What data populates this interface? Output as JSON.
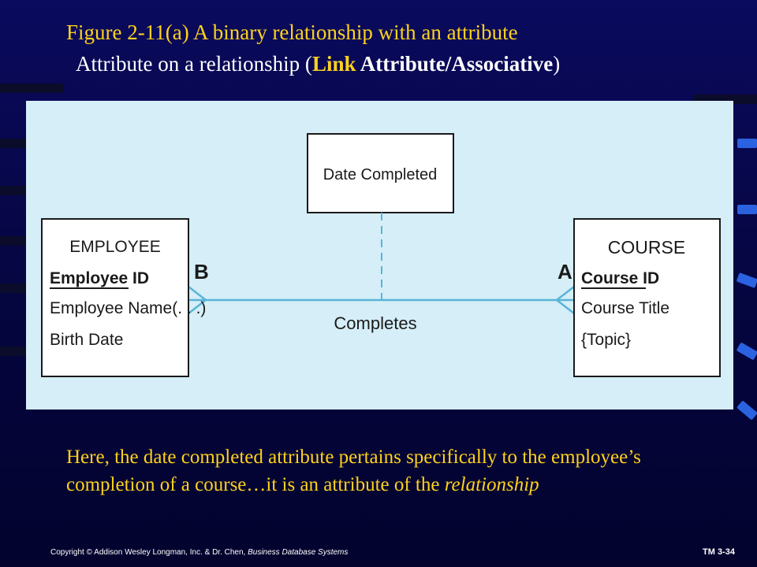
{
  "slide": {
    "title_line1": "Figure 2-11(a) A binary relationship with an attribute",
    "title_line2_prefix": "Attribute on a relationship (",
    "title_line2_link": "Link",
    "title_line2_bold": " Attribute/Associative",
    "title_line2_suffix": ")"
  },
  "diagram": {
    "attribute_box_label": "Date Completed",
    "relationship_label": "Completes",
    "employee": {
      "name": "EMPLOYEE",
      "identifier": "Employee ID",
      "attributes": [
        "Employee Name(. . .)",
        "Birth Date"
      ]
    },
    "course": {
      "name": "COURSE",
      "identifier": "Course ID",
      "attributes": [
        "Course Title",
        "{Topic}"
      ]
    },
    "role_left": "B",
    "role_right": "A"
  },
  "body": {
    "text": "Here, the date completed attribute pertains specifically to the employee’s completion of a course…it is an attribute of the ",
    "text_italic": "relationship"
  },
  "footer": {
    "copyright": "Copyright © Addison Wesley Longman, Inc. & Dr. Chen, ",
    "book_title": "Business Database Systems",
    "slide_number": "TM 3-34"
  },
  "colors": {
    "background": "#0a0a5e",
    "title_accent": "#ffd21a",
    "panel": "#d5eef8",
    "relationship_line": "#5ab4d6"
  }
}
